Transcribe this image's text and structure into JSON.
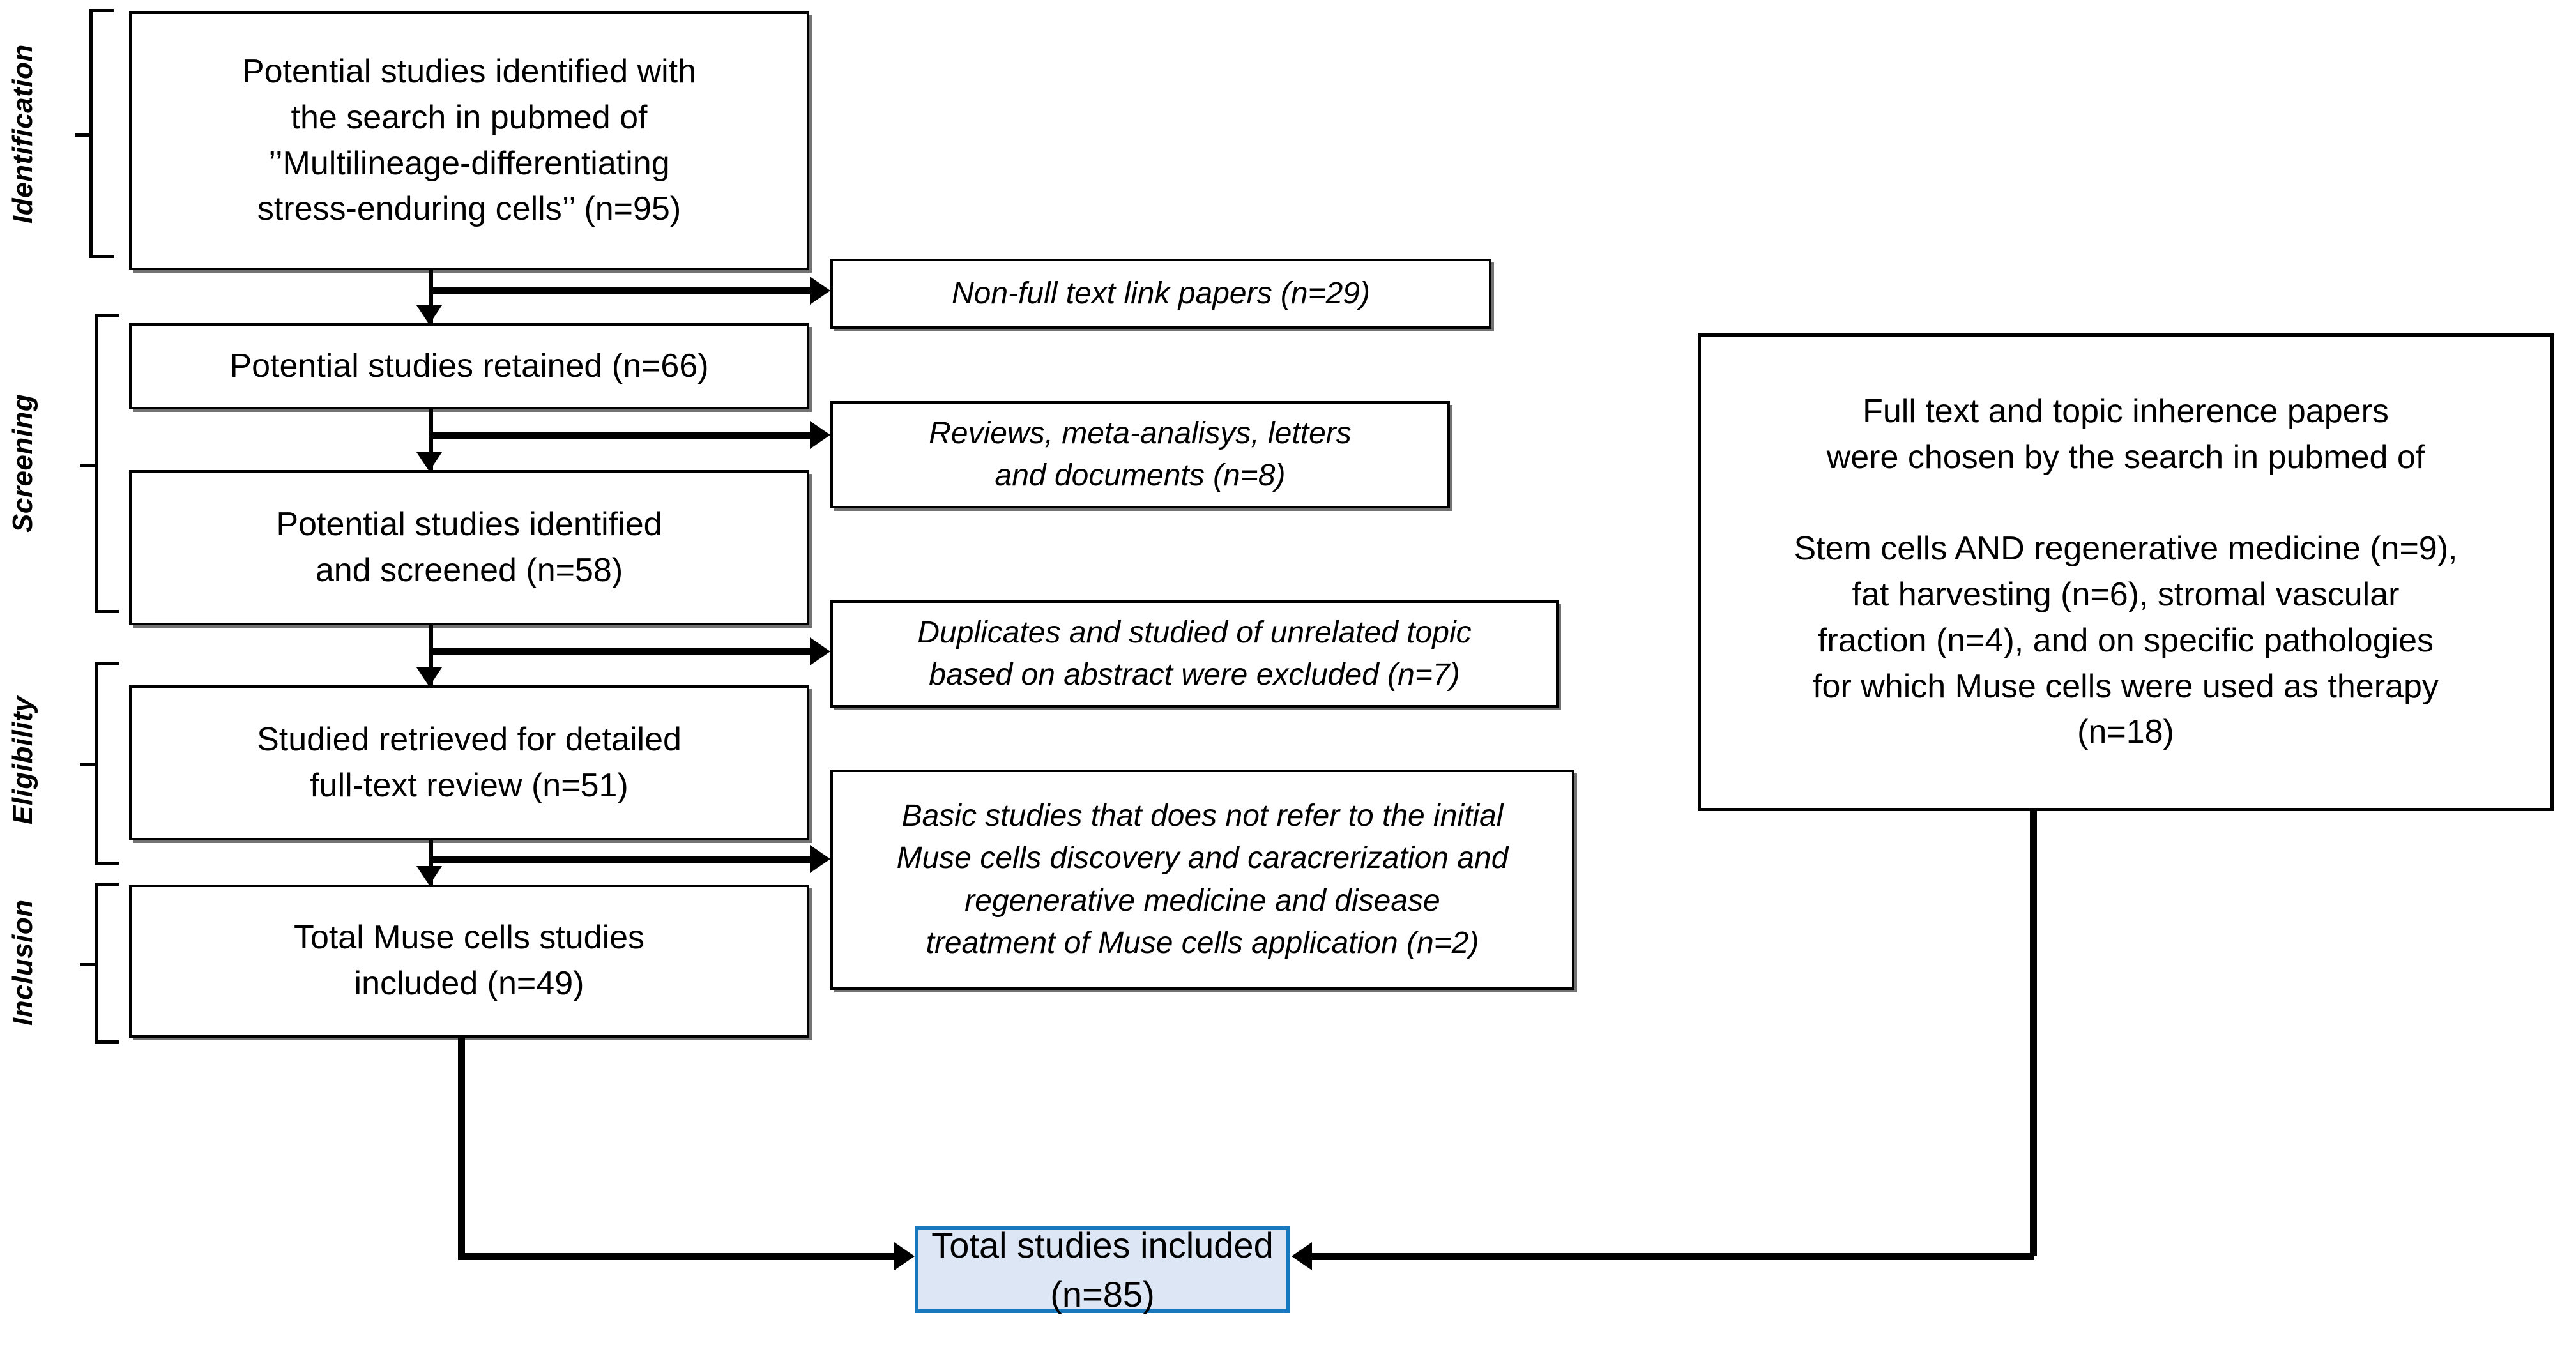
{
  "diagram": {
    "title": "PRISMA study selection flow diagram",
    "colors": {
      "line": "#000000",
      "box_border": "#000000",
      "final_border": "#1878BE",
      "final_fill": "#DCE6F4",
      "background": "#FFFFFF"
    }
  },
  "stages": [
    {
      "id": "identification",
      "label": "Identification"
    },
    {
      "id": "screening",
      "label": "Screening"
    },
    {
      "id": "eligibility",
      "label": "Eligibility"
    },
    {
      "id": "inclusion",
      "label": "Inclusion"
    }
  ],
  "flow_boxes": [
    {
      "id": "identified",
      "text": "Potential studies identified with\nthe search in pubmed of\n’’Multilineage-differentiating\nstress-enduring cells’’ (n=95)",
      "n": 95
    },
    {
      "id": "retained",
      "text": "Potential studies retained (n=66)",
      "n": 66
    },
    {
      "id": "screened",
      "text": "Potential studies identified\nand screened (n=58)",
      "n": 58
    },
    {
      "id": "fulltext",
      "text": "Studied retrieved for detailed\nfull-text review (n=51)",
      "n": 51
    },
    {
      "id": "muse-included",
      "text": "Total Muse cells studies\nincluded (n=49)",
      "n": 49
    }
  ],
  "exclusion_boxes": [
    {
      "id": "non-full-text",
      "text": "Non-full text link papers (n=29)",
      "n": 29
    },
    {
      "id": "reviews",
      "text": "Reviews, meta-analisys, letters\nand documents (n=8)",
      "n": 8
    },
    {
      "id": "duplicates",
      "text": "Duplicates and studied of unrelated topic\nbased on abstract were excluded (n=7)",
      "n": 7
    },
    {
      "id": "basic-studies",
      "text": "Basic studies that does not refer to the initial\nMuse cells discovery and caracrerization and\nregenerative medicine and disease\ntreatment of Muse cells application (n=2)",
      "n": 2
    }
  ],
  "side_box": {
    "id": "additional-search",
    "text": "Full text and topic inherence papers\nwere chosen by the search in pubmed of\n\nStem cells AND regenerative medicine (n=9),\nfat harvesting (n=6), stromal vascular\nfraction  (n=4), and on specific pathologies\nfor which Muse cells were used as therapy\n(n=18)",
    "counts": {
      "stem_cells_and_regenerative_medicine": 9,
      "fat_harvesting": 6,
      "stromal_vascular_fraction": 4,
      "specific_pathologies": 18
    }
  },
  "final_box": {
    "id": "total-included",
    "text": "Total studies included (n=85)",
    "n": 85
  }
}
